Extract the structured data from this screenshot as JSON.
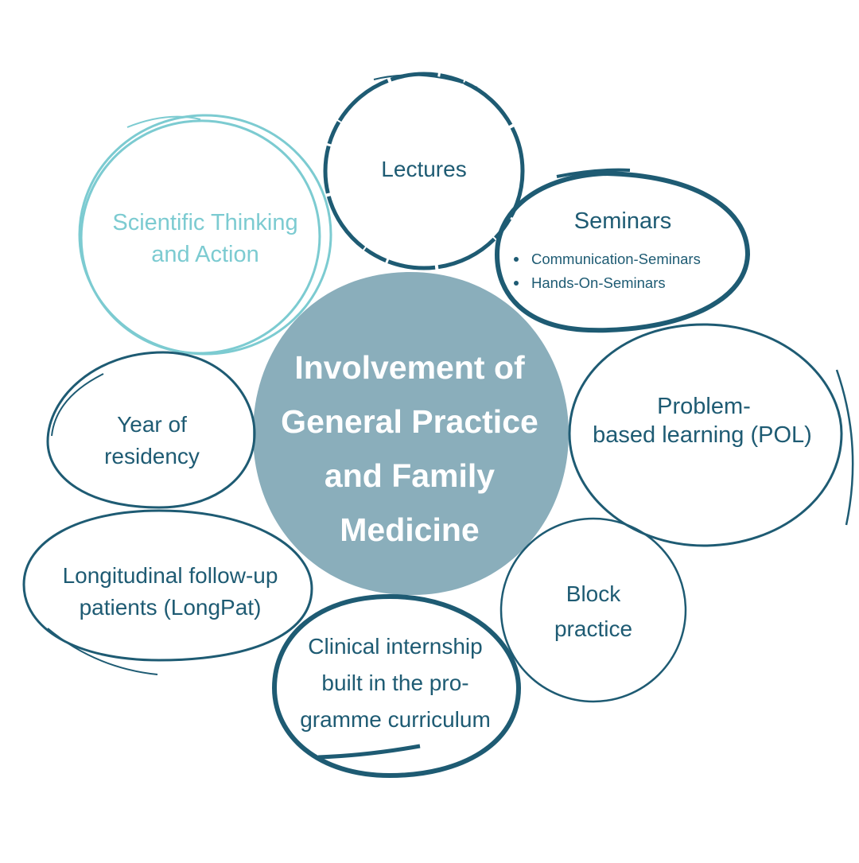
{
  "center": {
    "lines": [
      "Involvement of",
      "General Practice",
      "and Family",
      "Medicine"
    ]
  },
  "nodes": {
    "lectures": {
      "lines": [
        "Lectures"
      ]
    },
    "seminars": {
      "title": "Seminars",
      "bullets": [
        "Communication-Seminars",
        "Hands-On-Seminars"
      ]
    },
    "scientific": {
      "lines": [
        "Scientific Thinking",
        "and Action"
      ]
    },
    "residency": {
      "lines": [
        "Year of",
        "residency"
      ]
    },
    "problem_based": {
      "lines": [
        "Problem-",
        "based learning (POL)"
      ]
    },
    "longitudinal": {
      "lines": [
        "Longitudinal follow-up",
        "patients (LongPat)"
      ]
    },
    "block": {
      "lines": [
        "Block",
        "practice"
      ]
    },
    "clinical": {
      "lines": [
        "Clinical internship",
        "built in the pro-",
        "gramme curriculum"
      ]
    }
  },
  "colors": {
    "dark": "#1e5b73",
    "teal": "#7ccbd1",
    "center_fill": "#8aaebb",
    "background": "#ffffff"
  }
}
